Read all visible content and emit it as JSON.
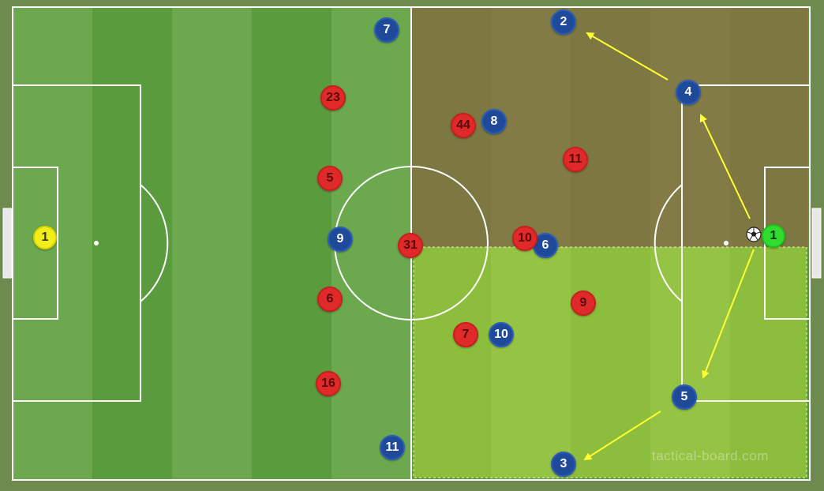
{
  "board": {
    "watermark": "tactical-board.com",
    "colors": {
      "grass_dark": "#5a9b3e",
      "grass_light": "#6ba84e",
      "zone_top": "#8a7a4a",
      "zone_bottom": "#a6c83a",
      "team_blue": "#1f4a9a",
      "team_red": "#e02a2a",
      "keeper_yellow": "#f2ee1c",
      "keeper_green": "#2fdc2f",
      "arrow": "#ffff33"
    }
  },
  "blue_team": [
    {
      "number": "7"
    },
    {
      "number": "2"
    },
    {
      "number": "4"
    },
    {
      "number": "8"
    },
    {
      "number": "9"
    },
    {
      "number": "6"
    },
    {
      "number": "10"
    },
    {
      "number": "5"
    },
    {
      "number": "3"
    },
    {
      "number": "11"
    }
  ],
  "red_team": [
    {
      "number": "23"
    },
    {
      "number": "44"
    },
    {
      "number": "11"
    },
    {
      "number": "5"
    },
    {
      "number": "31"
    },
    {
      "number": "10"
    },
    {
      "number": "6"
    },
    {
      "number": "9"
    },
    {
      "number": "7"
    },
    {
      "number": "16"
    }
  ],
  "goalkeepers": {
    "left": {
      "number": "1",
      "icon": "goalkeeper-yellow"
    },
    "right": {
      "number": "1",
      "icon": "goalkeeper-green"
    }
  },
  "ball": {
    "icon": "soccer-ball-icon"
  }
}
